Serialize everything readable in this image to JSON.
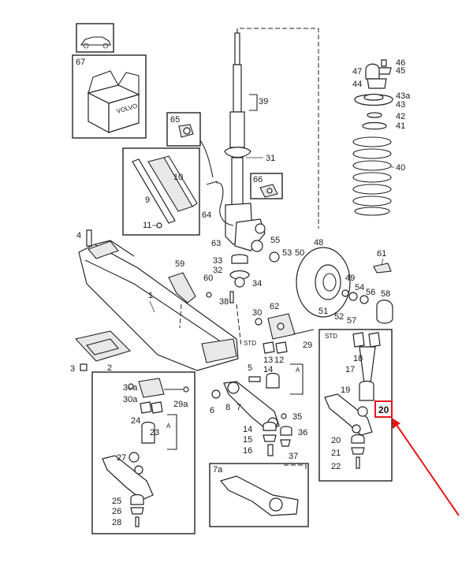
{
  "brand_text": "VOLVO",
  "highlight": {
    "label": "20",
    "color": "#e8141c"
  },
  "arrow_color": "#e8141c",
  "labels": {
    "n1": "1",
    "n2": "2",
    "n3": "3",
    "n4": "4",
    "n5": "5",
    "n6": "6",
    "n7": "7",
    "n7a": "7a",
    "n8": "8",
    "n9": "9",
    "n10": "10",
    "n11": "11",
    "n12": "12",
    "n13": "13",
    "n14": "14",
    "n15": "15",
    "n16": "16",
    "n17": "17",
    "n18": "18",
    "n19": "19",
    "n20a": "20",
    "n21": "21",
    "n22": "22",
    "n23": "23",
    "n24": "24",
    "n25": "25",
    "n26": "26",
    "n27": "27",
    "n28": "28",
    "n29": "29",
    "n29a": "29a",
    "n30": "30",
    "n30a": "30a",
    "n31": "31",
    "n32": "32",
    "n33": "33",
    "n34": "34",
    "n35": "35",
    "n36": "36",
    "n37": "37",
    "n38": "38",
    "n39": "39",
    "n40": "40",
    "n41": "41",
    "n42": "42",
    "n43": "43",
    "n43a": "43a",
    "n44": "44",
    "n45": "45",
    "n46": "46",
    "n47": "47",
    "n48": "48",
    "n49": "49",
    "n50": "50",
    "n51": "51",
    "n52": "52",
    "n53": "53",
    "n54": "54",
    "n55": "55",
    "n56": "56",
    "n57": "57",
    "n58": "58",
    "n59": "59",
    "n60": "60",
    "n61": "61",
    "n62": "62",
    "n63": "63",
    "n64": "64",
    "n65": "65",
    "n66": "66",
    "n67": "67",
    "std1": "STD",
    "std2": "STD",
    "a1": "A",
    "a2": "A"
  }
}
